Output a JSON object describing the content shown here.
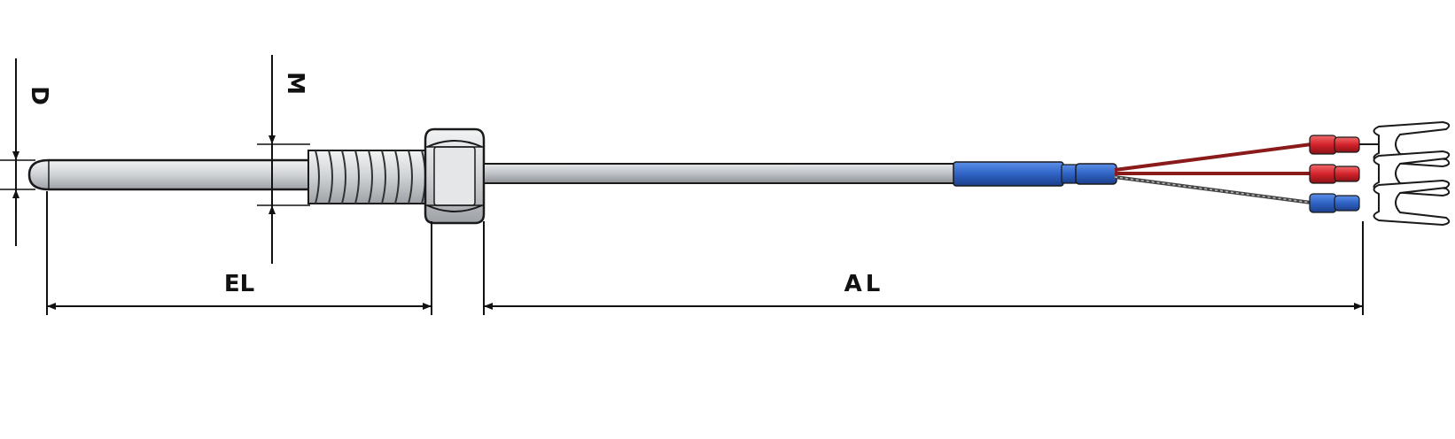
{
  "labels": {
    "diameter": "D",
    "thread": "M",
    "insertion_length": "EL",
    "cable_length": "AL"
  },
  "colors": {
    "probe_metal": "#cfd3d6",
    "outline": "#1a1a1a",
    "sleeve_blue": "#2f63c4",
    "terminal_red": "#d4222b",
    "terminal_blue": "#2a5fd0",
    "wire_red": "#8b1a1a",
    "wire_gray": "#555555"
  }
}
